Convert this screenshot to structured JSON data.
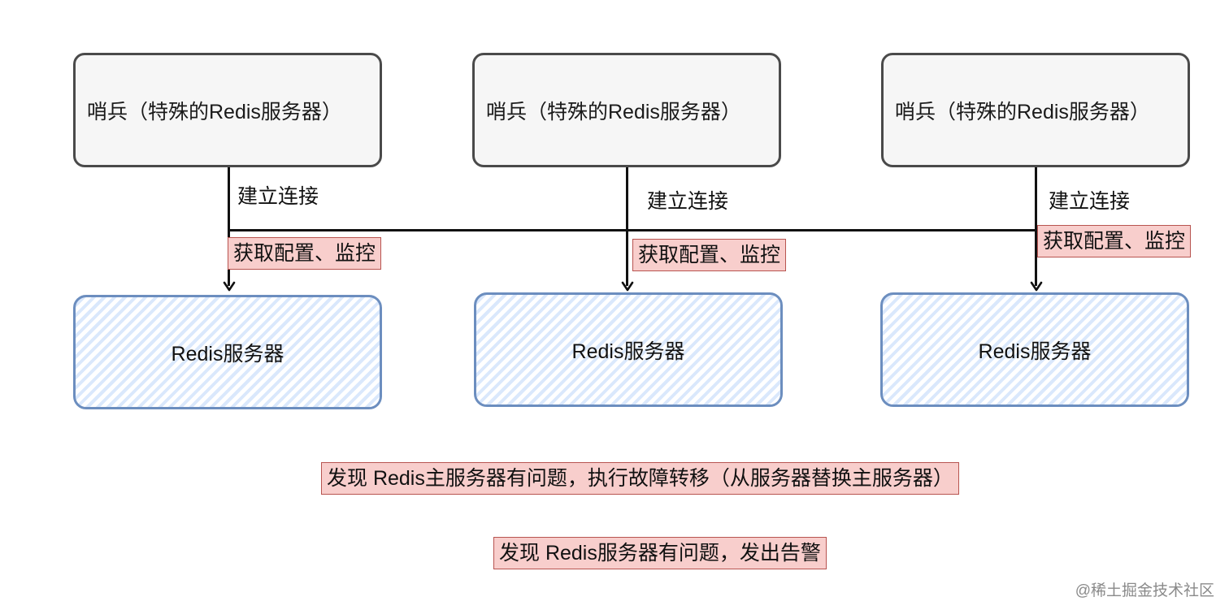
{
  "sentinels": [
    {
      "label": "哨兵（特殊的Redis服务器）"
    },
    {
      "label": "哨兵（特殊的Redis服务器）"
    },
    {
      "label": "哨兵（特殊的Redis服务器）"
    }
  ],
  "connection_label": "建立连接",
  "config_label": "获取配置、监控",
  "servers": [
    {
      "label": "Redis服务器"
    },
    {
      "label": "Redis服务器"
    },
    {
      "label": "Redis服务器"
    }
  ],
  "notes": {
    "failover": "发现 Redis主服务器有问题，执行故障转移（从服务器替换主服务器）",
    "alert": "发现 Redis服务器有问题，发出告警"
  },
  "watermark": "@稀土掘金技术社区",
  "colors": {
    "sentinel_fill": "#f6f6f6",
    "sentinel_stroke": "#4a4a4a",
    "server_hatch": "#dae8fc",
    "server_stroke": "#6c8ebf",
    "label_fill": "#f8cecc",
    "label_stroke": "#b85450"
  }
}
